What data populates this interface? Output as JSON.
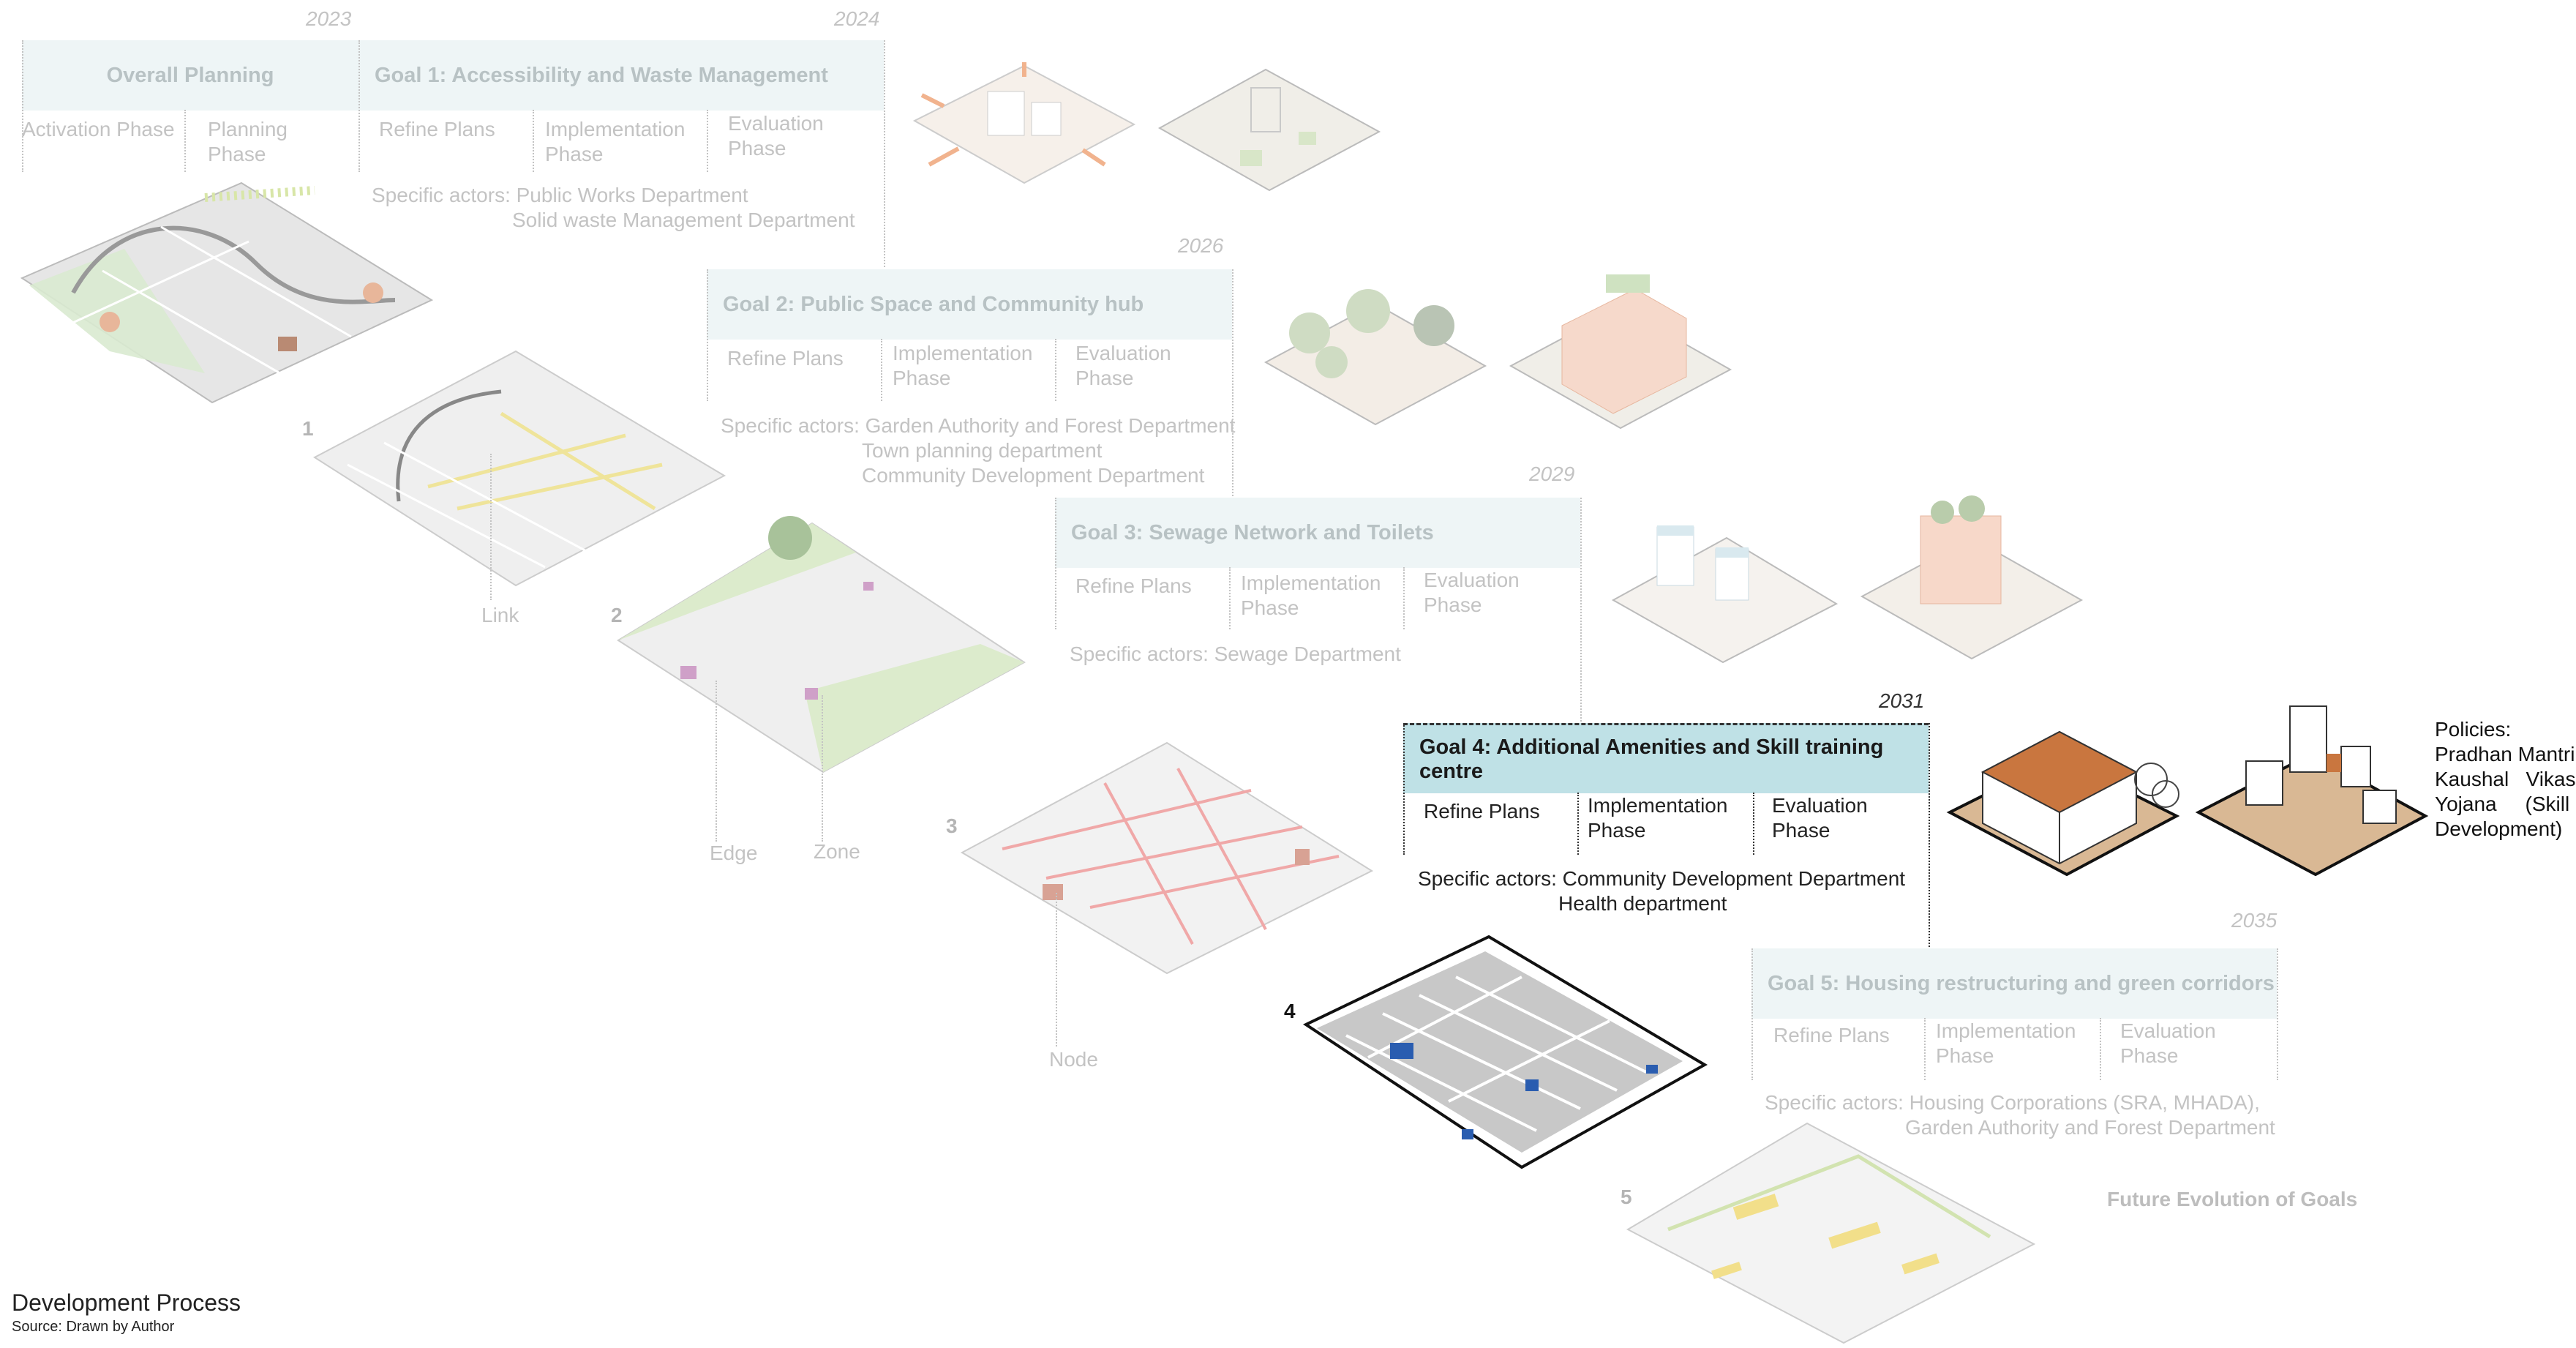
{
  "header": {
    "overall_planning": {
      "year": "2023",
      "title": "Overall Planning",
      "phases": [
        "Activation Phase",
        "Planning Phase"
      ]
    }
  },
  "goals": [
    {
      "year": "2024",
      "title": "Goal 1:  Accessibility and Waste Management",
      "phases": [
        "Refine Plans",
        "Implementation Phase",
        "Evaluation Phase"
      ],
      "actors": [
        "Specific actors: Public Works Department",
        "Solid waste Management Department"
      ]
    },
    {
      "year": "2026",
      "title": "Goal 2: Public Space and Community hub",
      "phases": [
        "Refine Plans",
        "Implementation Phase",
        "Evaluation Phase"
      ],
      "actors": [
        "Specific actors: Garden Authority and Forest Department",
        "Town planning department",
        "Community Development Department"
      ]
    },
    {
      "year": "2029",
      "title": "Goal 3: Sewage Network and Toilets",
      "phases": [
        "Refine Plans",
        "Implementation Phase",
        "Evaluation Phase"
      ],
      "actors": [
        "Specific actors: Sewage Department"
      ]
    },
    {
      "year": "2031",
      "title": "Goal 4: Additional Amenities and Skill training centre",
      "phases": [
        "Refine Plans",
        "Implementation Phase",
        "Evaluation Phase"
      ],
      "actors": [
        "Specific actors: Community Development Department",
        "Health department"
      ]
    },
    {
      "year": "2035",
      "title": "Goal 5: Housing restructuring and green corridors",
      "phases": [
        "Refine Plans",
        "Implementation Phase",
        "Evaluation Phase"
      ],
      "actors": [
        "Specific actors: Housing Corporations (SRA, MHADA),",
        "Garden Authority and Forest Department"
      ]
    }
  ],
  "maps": {
    "numbers": [
      "1",
      "2",
      "3",
      "4",
      "5"
    ],
    "labels": {
      "link": "Link",
      "edge": "Edge",
      "zone": "Zone",
      "node": "Node"
    }
  },
  "policies": [
    "Policies:",
    "Pradhan Mantri",
    "Kaushal   Vikas",
    "Yojana     (Skill",
    "Development)"
  ],
  "future": "Future Evolution of Goals",
  "caption": {
    "title": "Development Process",
    "source": "Source: Drawn by Author"
  },
  "colors": {
    "bar": "#eef5f6",
    "bar_active": "#bfe1e6",
    "muted_text": "#c3c3c3",
    "accent_blue": "#2a5db0",
    "accent_orange": "#c9763f"
  }
}
